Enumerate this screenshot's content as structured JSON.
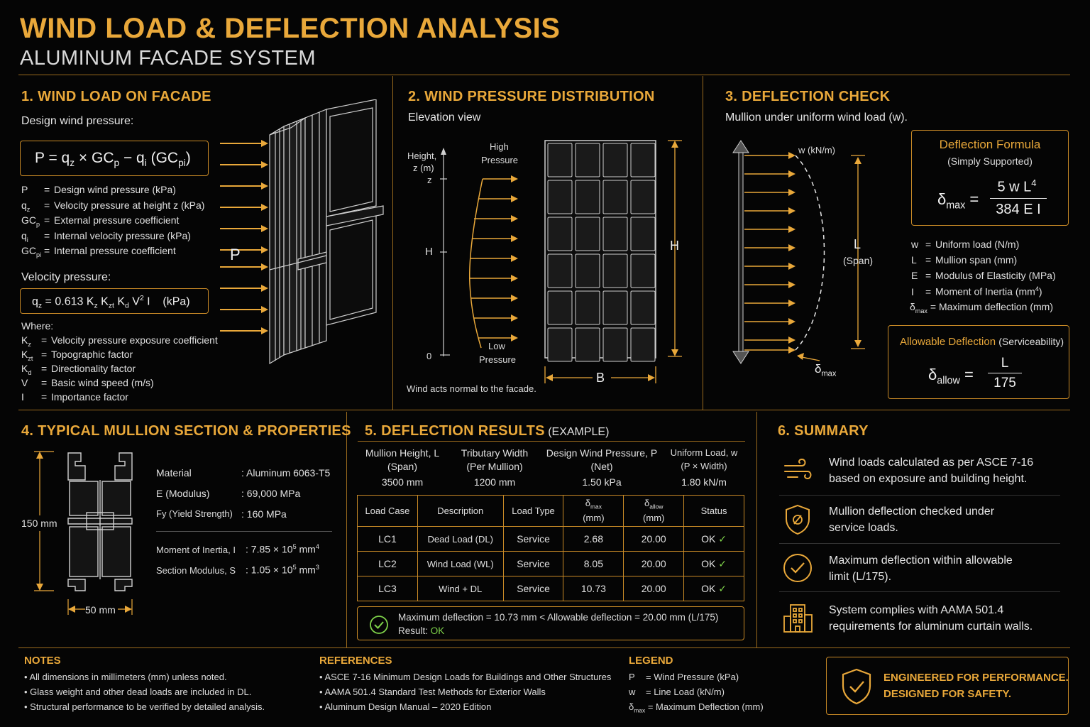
{
  "header": {
    "title": "WIND LOAD & DEFLECTION ANALYSIS",
    "subtitle": "ALUMINUM FACADE SYSTEM"
  },
  "section1": {
    "title": "1. WIND LOAD ON FACADE",
    "design_label": "Design wind pressure:",
    "p_label": "P",
    "defs": [
      {
        "sym": "P",
        "desc": "Design wind pressure (kPa)"
      },
      {
        "sym": "qz",
        "desc": "Velocity pressure at height z (kPa)"
      },
      {
        "sym": "GCp",
        "desc": "External pressure coefficient"
      },
      {
        "sym": "qi",
        "desc": "Internal velocity pressure (kPa)"
      },
      {
        "sym": "GCpi",
        "desc": "Internal pressure coefficient"
      }
    ],
    "velocity_label": "Velocity pressure:",
    "where": "Where:",
    "where_defs": [
      {
        "sym": "Kz",
        "desc": "Velocity pressure exposure coefficient"
      },
      {
        "sym": "Kzt",
        "desc": "Topographic factor"
      },
      {
        "sym": "Kd",
        "desc": "Directionality factor"
      },
      {
        "sym": "V",
        "desc": "Basic wind speed (m/s)"
      },
      {
        "sym": "I",
        "desc": "Importance factor"
      }
    ]
  },
  "section2": {
    "title": "2. WIND PRESSURE DISTRIBUTION",
    "view": "Elevation view",
    "height_label_1": "Height,",
    "height_label_2": "z (m)",
    "z": "z",
    "h": "H",
    "zero": "0",
    "high_1": "High",
    "high_2": "Pressure",
    "low_1": "Low",
    "low_2": "Pressure",
    "h_dim": "H",
    "b_dim": "B",
    "note": "Wind acts normal to the facade."
  },
  "section3": {
    "title": "3. DEFLECTION CHECK",
    "caption": "Mullion under uniform wind load (w).",
    "w_label": "w (kN/m)",
    "l_label": "L",
    "span_label": "(Span)",
    "dmax": "max",
    "formula_title": "Deflection Formula",
    "formula_sub": "(Simply Supported)",
    "num": "5 w L",
    "den": "384 E I",
    "defs": [
      {
        "sym": "w",
        "desc": "Uniform load (N/m)"
      },
      {
        "sym": "L",
        "desc": "Mullion span (mm)"
      },
      {
        "sym": "E",
        "desc": "Modulus of Elasticity (MPa)"
      },
      {
        "sym": "I",
        "desc": "Moment of Inertia (mm"
      }
    ],
    "dmax_desc": "Maximum deflection (mm)",
    "allow_title": "Allowable Deflection",
    "allow_sub": "(Serviceability)",
    "allow_sub_sym": "allow",
    "allow_num": "L",
    "allow_den": "175"
  },
  "section4": {
    "title": "4. TYPICAL MULLION SECTION & PROPERTIES",
    "h_dim": "150 mm",
    "w_dim": "50 mm",
    "props": [
      {
        "label": "Material",
        "value": ": Aluminum 6063-T5"
      },
      {
        "label": "E (Modulus)",
        "value": ": 69,000 MPa"
      },
      {
        "label": "Fy (Yield Strength)",
        "value": ": 160 MPa"
      }
    ],
    "inertia_label": "Moment of Inertia, I",
    "modulus_label": "Section Modulus, S"
  },
  "section5": {
    "title": "5. DEFLECTION RESULTS",
    "title_suffix": "(EXAMPLE)",
    "inputs": [
      {
        "h1": "Mullion Height, L",
        "h2": "(Span)",
        "v": "3500 mm"
      },
      {
        "h1": "Tributary Width",
        "h2": "(Per Mullion)",
        "v": "1200 mm"
      },
      {
        "h1": "Design Wind Pressure, P",
        "h2": "(Net)",
        "v": "1.50 kPa"
      },
      {
        "h1": "Uniform Load, w",
        "h2": "(P × Width)",
        "v": "1.80 kN/m"
      }
    ],
    "headers": {
      "lc": "Load Case",
      "desc": "Description",
      "type": "Load Type",
      "dmax_unit": "(mm)",
      "dallow_unit": "(mm)",
      "status": "Status"
    },
    "rows": [
      {
        "lc": "LC1",
        "desc": "Dead Load (DL)",
        "type": "Service",
        "dmax": "2.68",
        "dallow": "20.00",
        "status": "OK"
      },
      {
        "lc": "LC2",
        "desc": "Wind Load (WL)",
        "type": "Service",
        "dmax": "8.05",
        "dallow": "20.00",
        "status": "OK"
      },
      {
        "lc": "LC3",
        "desc": "Wind + DL",
        "type": "Service",
        "dmax": "10.73",
        "dallow": "20.00",
        "status": "OK"
      }
    ],
    "result_line": "Maximum deflection = 10.73 mm < Allowable deflection = 20.00 mm  (L/175)",
    "result_label": "Result: ",
    "result_value": "OK"
  },
  "section6": {
    "title": "6. SUMMARY",
    "items": [
      {
        "l1": "Wind loads calculated as per ASCE 7-16",
        "l2": "based on exposure and building height."
      },
      {
        "l1": "Mullion deflection checked under",
        "l2": "service loads."
      },
      {
        "l1": "Maximum deflection within allowable",
        "l2": "limit (L/175)."
      },
      {
        "l1": "System complies with AAMA 501.4",
        "l2": "requirements for aluminum curtain walls."
      }
    ]
  },
  "footer": {
    "notes_title": "NOTES",
    "notes": [
      "• All dimensions in millimeters (mm) unless noted.",
      "• Glass weight and other dead loads are included in DL.",
      "• Structural performance to be verified by detailed analysis."
    ],
    "refs_title": "REFERENCES",
    "refs": [
      "• ASCE 7-16 Minimum Design Loads for Buildings and Other Structures",
      "• AAMA 501.4 Standard Test Methods for Exterior Walls",
      "• Aluminum Design Manual – 2020 Edition"
    ],
    "legend_title": "LEGEND",
    "legend": [
      {
        "sym": "P",
        "desc": "= Wind Pressure (kPa)"
      },
      {
        "sym": "w",
        "desc": "= Line Load (kN/m)"
      }
    ],
    "legend_dmax": "= Maximum Deflection (mm)",
    "badge_1": "ENGINEERED FOR PERFORMANCE.",
    "badge_2": "DESIGNED FOR SAFETY."
  }
}
